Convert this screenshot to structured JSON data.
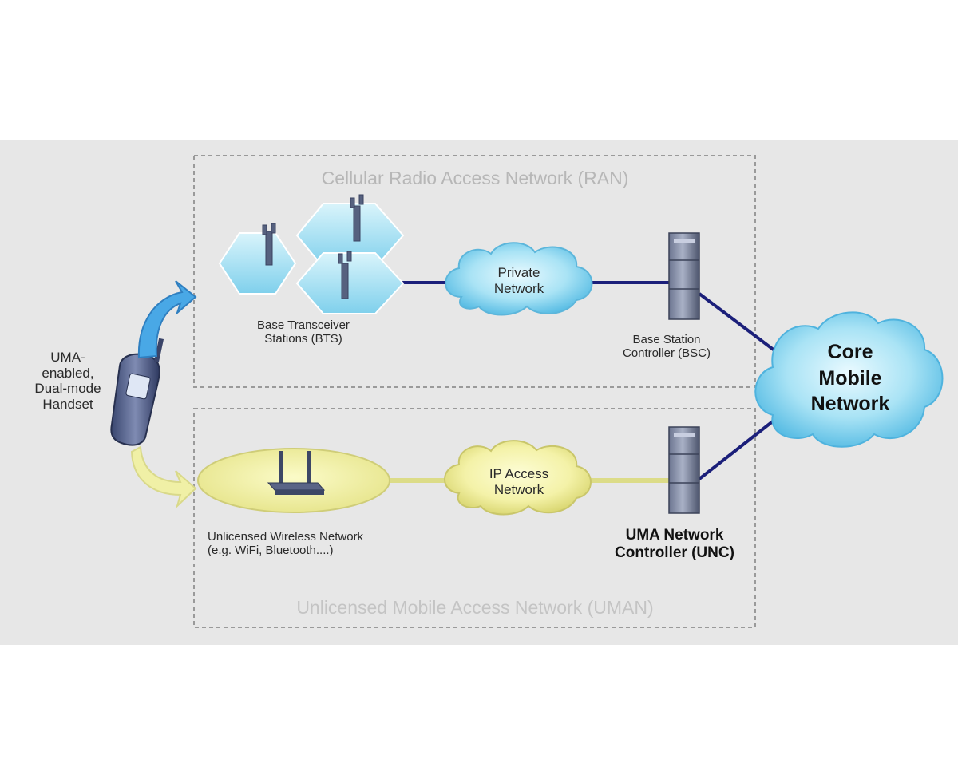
{
  "diagram": {
    "ran_title": "Cellular Radio Access Network (RAN)",
    "uman_title": "Unlicensed Mobile Access Network (UMAN)",
    "handset_label": [
      "UMA-",
      "enabled,",
      "Dual-mode",
      "Handset"
    ],
    "bts_label": [
      "Base Transceiver",
      "Stations (BTS)"
    ],
    "private_network_label": [
      "Private",
      "Network"
    ],
    "bsc_label": [
      "Base Station",
      "Controller (BSC)"
    ],
    "core_network_label": [
      "Core",
      "Mobile",
      "Network"
    ],
    "unlicensed_wireless_label": [
      "Unlicensed Wireless Network",
      "(e.g. WiFi, Bluetooth....)"
    ],
    "ip_access_label": [
      "IP Access",
      "Network"
    ],
    "unc_label": [
      "UMA Network",
      "Controller (UNC)"
    ]
  },
  "colors": {
    "panel_bg": "#e8e8e8",
    "hex_fill": "#9fdff2",
    "cloud_blue": "#7fd4f0",
    "cloud_yellow": "#f1ef9a",
    "link_dark_blue": "#1b1f7a",
    "link_yellow": "#dede8a",
    "arrow_blue": "#2f8fd6"
  }
}
